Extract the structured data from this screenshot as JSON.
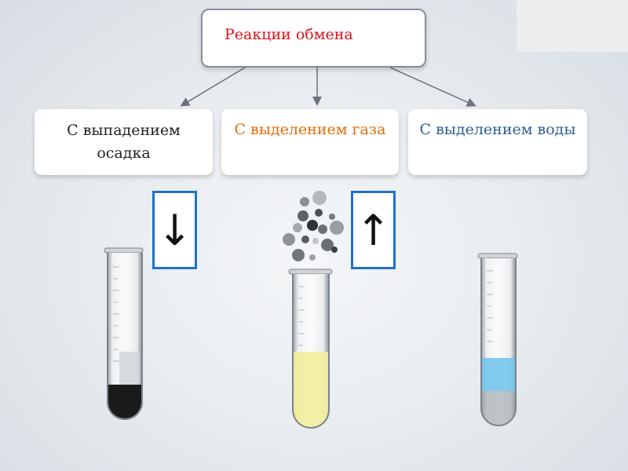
{
  "root": {
    "label": "Реакции обмена"
  },
  "categories": [
    {
      "line1": "С выпадением",
      "line2": "осадка",
      "color": "#222222"
    },
    {
      "label": "С выделением газа",
      "color": "#e46c0a"
    },
    {
      "label": "С выделением воды",
      "color": "#2e5f96"
    }
  ],
  "indicators": {
    "down": "↓",
    "up": "↑"
  },
  "tubes": {
    "precipitate_color": "#1a1a1a",
    "gas_liquid_color": "#f2ee9c",
    "water_color": "#6fc3ec"
  }
}
